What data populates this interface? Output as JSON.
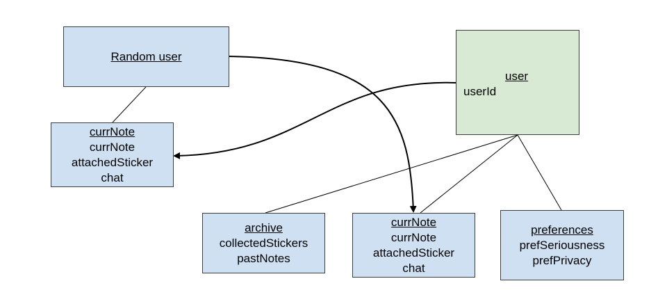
{
  "colors": {
    "entity_fill": "#cfe0f3",
    "user_fill": "#d8ead3",
    "stroke": "#3d3d3d"
  },
  "entities": {
    "random_user": {
      "title": "Random user"
    },
    "curr_note_left": {
      "title": "currNote",
      "fields": [
        "currNote",
        "attachedSticker",
        "chat"
      ]
    },
    "user": {
      "title": "user",
      "fields": [
        "userId"
      ]
    },
    "archive": {
      "title": "archive",
      "fields": [
        "collectedStickers",
        "pastNotes"
      ]
    },
    "curr_note_center": {
      "title": "currNote",
      "fields": [
        "currNote",
        "attachedSticker",
        "chat"
      ]
    },
    "preferences": {
      "title": "preferences",
      "fields": [
        "prefSeriousness",
        "prefPrivacy"
      ]
    }
  }
}
